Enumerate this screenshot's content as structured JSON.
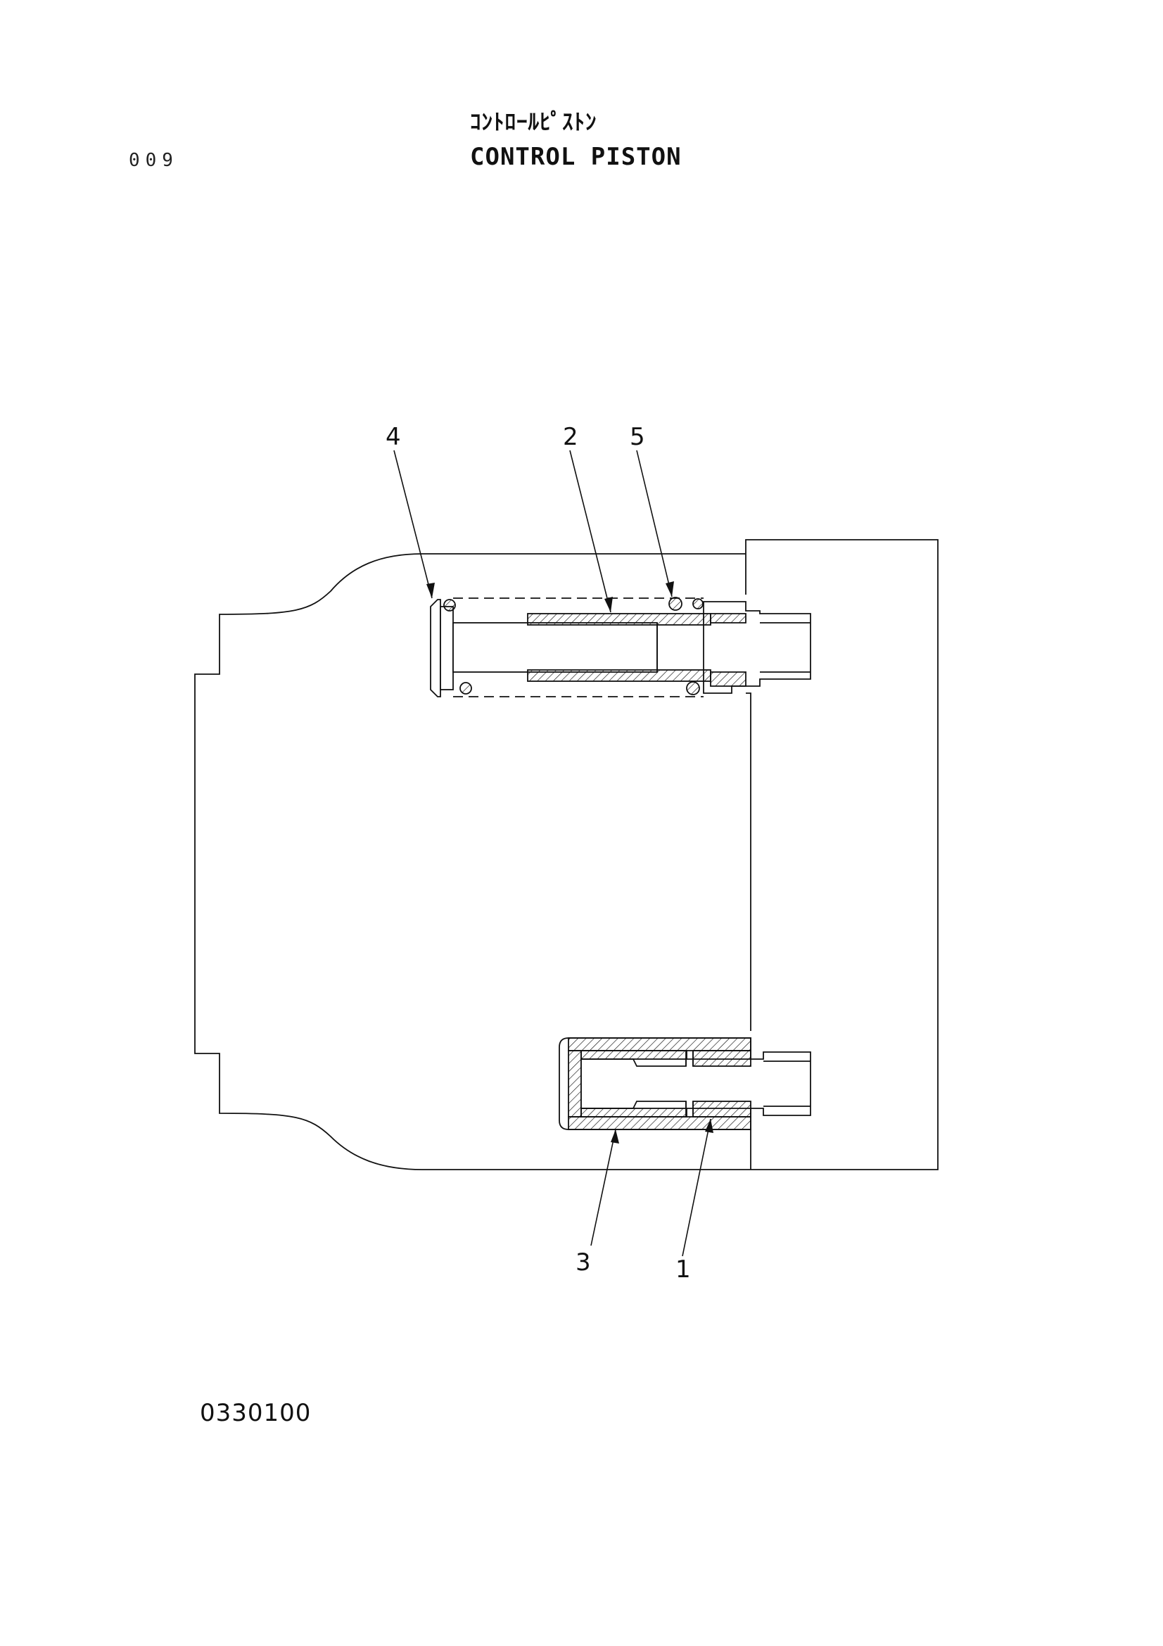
{
  "page_number": "009",
  "title_japanese": "ｺﾝﾄﾛｰﾙﾋﾟｽﾄﾝ",
  "title_english": "CONTROL PISTON",
  "drawing_code": "0330100",
  "callouts": {
    "part_4": "4",
    "part_2": "2",
    "part_5": "5",
    "part_3": "3",
    "part_1": "1"
  }
}
